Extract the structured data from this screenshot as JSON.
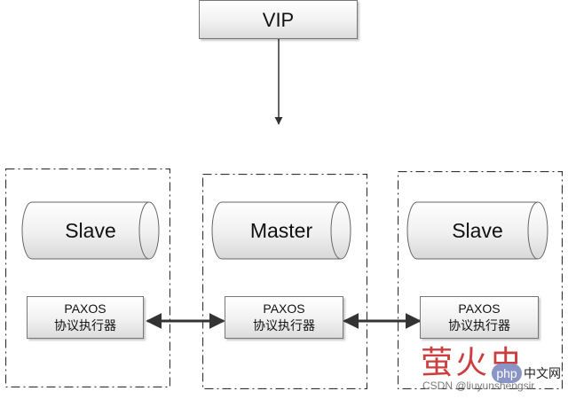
{
  "vip": {
    "label": "VIP"
  },
  "nodes": [
    {
      "db_label": "Slave",
      "exec_line1": "PAXOS",
      "exec_line2": "协议执行器"
    },
    {
      "db_label": "Master",
      "exec_line1": "PAXOS",
      "exec_line2": "协议执行器"
    },
    {
      "db_label": "Slave",
      "exec_line1": "PAXOS",
      "exec_line2": "协议执行器"
    }
  ],
  "watermark": {
    "brand_cn": "萤火虫",
    "badge": "php",
    "suffix": "中文网",
    "csdn": "CSDN @liuyunshengsir"
  }
}
